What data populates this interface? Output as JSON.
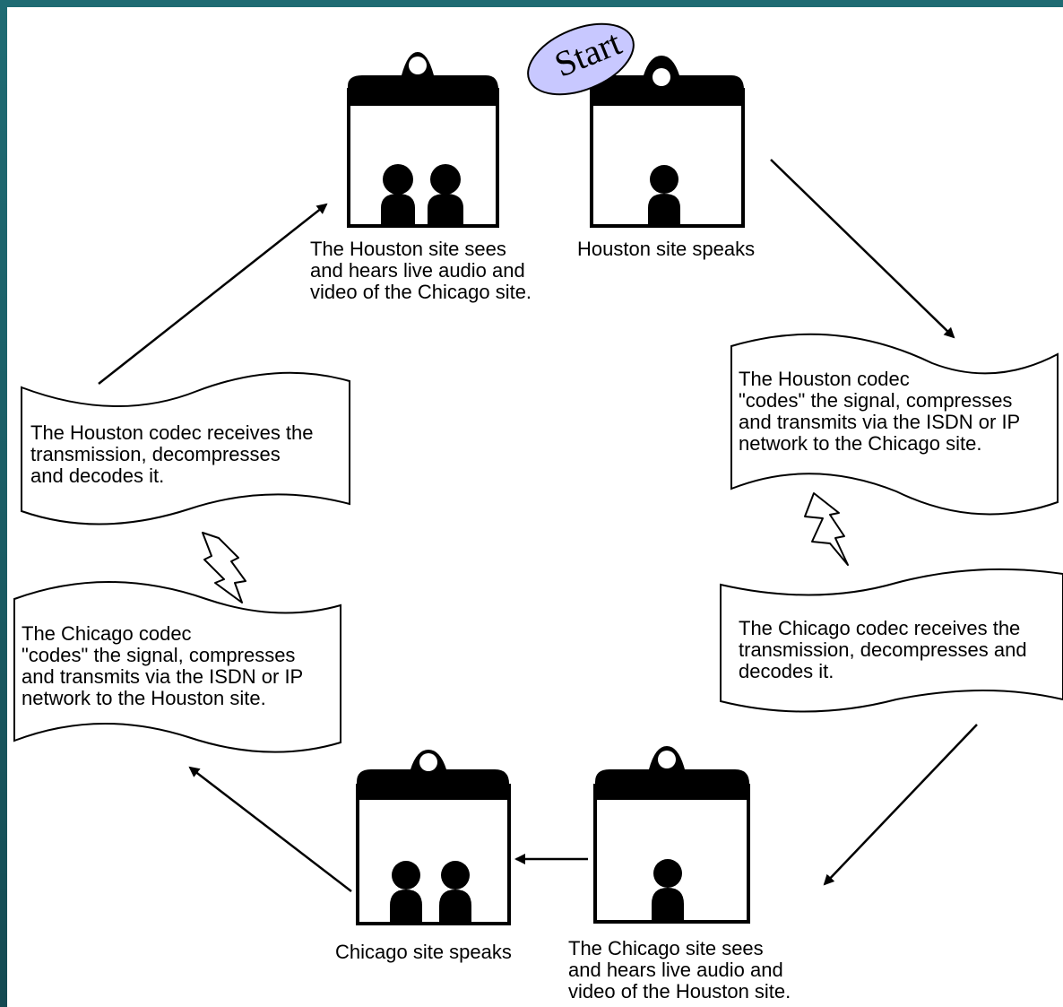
{
  "start_badge": {
    "label": "Start",
    "fill": "#c8c8ff"
  },
  "sites": {
    "houston_sees": "The Houston site sees\nand hears live audio and\nvideo of the Chicago site.",
    "houston_speaks": "Houston site speaks",
    "chicago_speaks": "Chicago site speaks",
    "chicago_sees": "The Chicago site sees\nand hears live audio and\nvideo of the Houston site."
  },
  "codec_notes": {
    "houston_codes": "The Houston codec\n\"codes\" the signal, compresses\nand transmits via the ISDN or IP\nnetwork to the Chicago site.",
    "chicago_receives": "The Chicago codec receives the\ntransmission, decompresses and\ndecodes it.",
    "chicago_codes": "The Chicago codec\n\"codes\" the signal, compresses\nand transmits via the ISDN or IP\nnetwork to the Houston site.",
    "houston_receives": "The Houston codec receives the\ntransmission, decompresses\nand decodes it."
  },
  "icons": [
    "screen-icon",
    "person-icon",
    "lightning-icon",
    "arrow-icon",
    "document-icon"
  ]
}
